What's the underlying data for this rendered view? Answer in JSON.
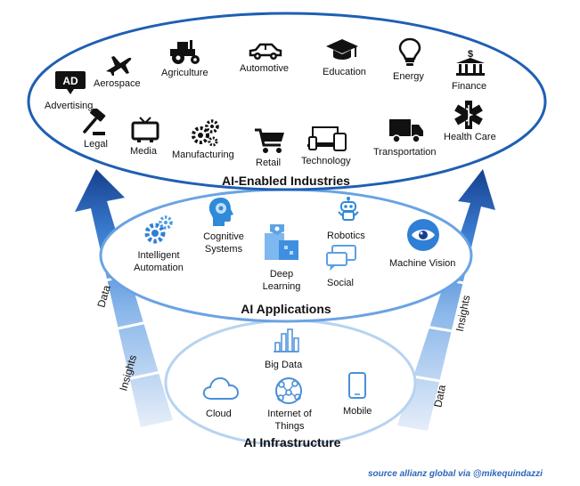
{
  "industries": {
    "title": "AI-Enabled Industries",
    "items": [
      {
        "label": "Advertising",
        "badge": "AD"
      },
      {
        "label": "Aerospace"
      },
      {
        "label": "Agriculture"
      },
      {
        "label": "Automotive"
      },
      {
        "label": "Education"
      },
      {
        "label": "Energy"
      },
      {
        "label": "Finance",
        "symbol": "$"
      },
      {
        "label": "Legal"
      },
      {
        "label": "Media"
      },
      {
        "label": "Manufacturing"
      },
      {
        "label": "Retail"
      },
      {
        "label": "Technology"
      },
      {
        "label": "Transportation"
      },
      {
        "label": "Health Care"
      }
    ]
  },
  "applications": {
    "title": "AI Applications",
    "items": [
      {
        "label": "Intelligent Automation"
      },
      {
        "label": "Cognitive Systems"
      },
      {
        "label": "Deep Learning"
      },
      {
        "label": "Robotics"
      },
      {
        "label": "Social"
      },
      {
        "label": "Machine Vision"
      }
    ]
  },
  "infrastructure": {
    "title": "AI Infrastructure",
    "items": [
      {
        "label": "Big Data"
      },
      {
        "label": "Cloud"
      },
      {
        "label": "Internet of Things"
      },
      {
        "label": "Mobile"
      }
    ]
  },
  "flows": {
    "left_data": "Data",
    "left_insights": "Insights",
    "right_insights": "Insights",
    "right_data": "Data"
  },
  "credit": "source allianz global via @mikequindazzi",
  "colors": {
    "ellipse_top": "#1f5fb3",
    "ellipse_mid": "#6aa3e3",
    "ellipse_bottom": "#b7d3f2",
    "arrow_dark": "#163f8f",
    "arrow_mid": "#5b9be0",
    "arrow_light": "#c9dcf2",
    "credit": "#2a66b8"
  }
}
